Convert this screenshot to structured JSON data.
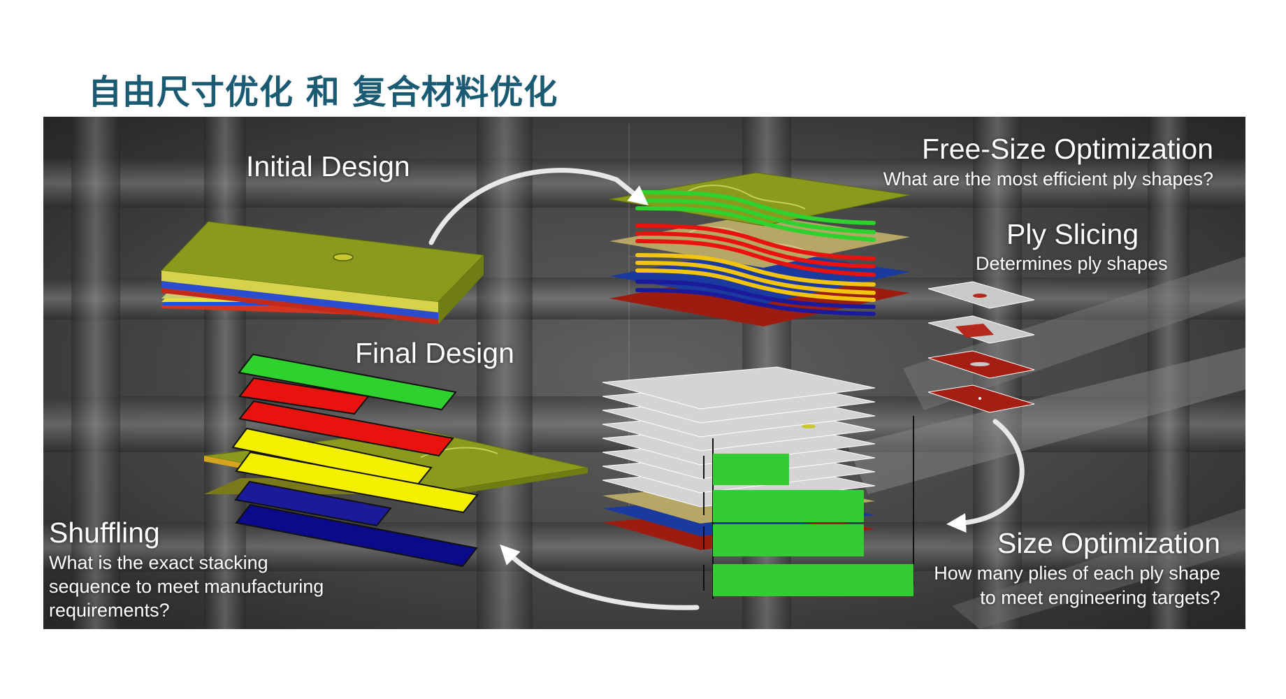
{
  "title": "自由尺寸优化 和 复合材料优化",
  "colors": {
    "title": "#1a5a73",
    "olive": "#8a9a1c",
    "tan": "#b8a76a",
    "red": "#e8130f",
    "yellow": "#f4f000",
    "blue": "#1a2a9a",
    "green": "#2fd12f",
    "darkred": "#8c1a10",
    "gray": "#c8c8c8"
  },
  "sections": {
    "initial_design": {
      "heading": "Initial Design"
    },
    "final_design": {
      "heading": "Final Design"
    },
    "free_size": {
      "heading": "Free-Size Optimization",
      "question": "What are the most efficient ply shapes?"
    },
    "ply_slicing": {
      "heading": "Ply Slicing",
      "question": "Determines ply shapes"
    },
    "size_opt": {
      "heading": "Size Optimization",
      "question_line1": "How many plies of each ply shape",
      "question_line2": "to meet engineering targets?"
    },
    "shuffling": {
      "heading": "Shuffling",
      "question_line1": "What is the exact stacking",
      "question_line2": "sequence to meet manufacturing",
      "question_line3": "requirements?"
    }
  },
  "icons": [
    "curved-arrow-icon",
    "double-arrow-icon"
  ]
}
